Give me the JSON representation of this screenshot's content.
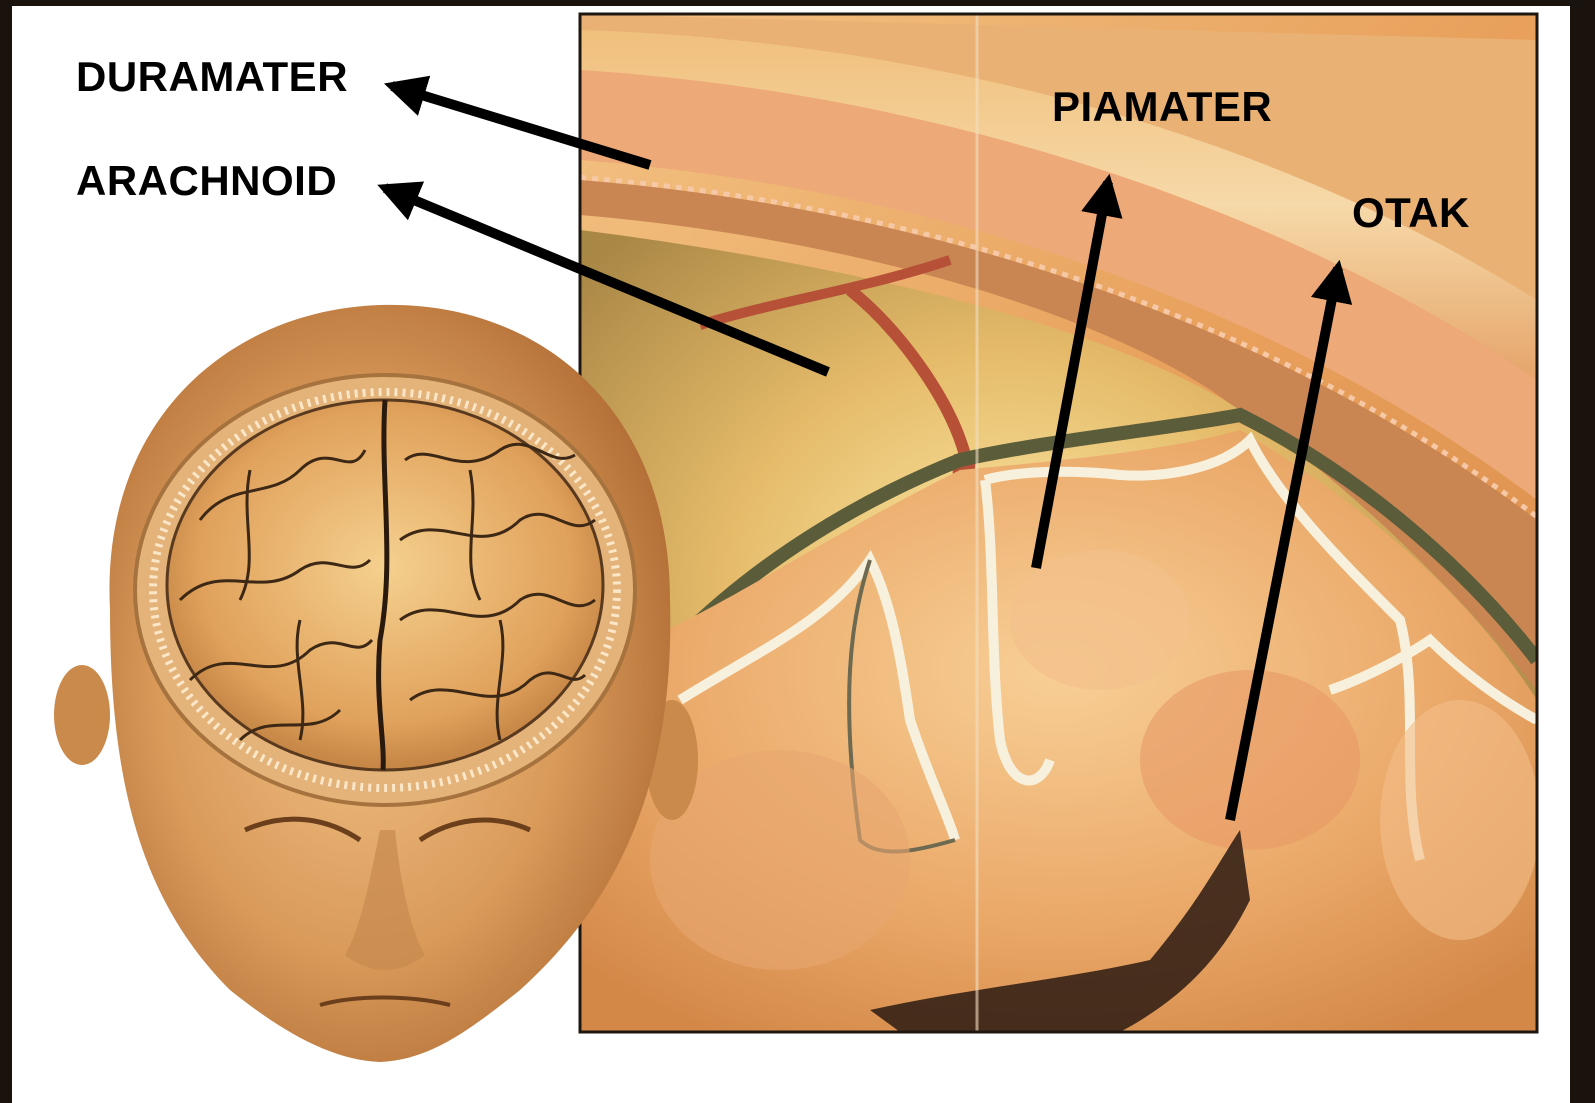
{
  "labels": {
    "duramater": "DURAMATER",
    "arachnoid": "ARACHNOID",
    "piamater": "PIAMATER",
    "otak": "OTAK"
  },
  "colors": {
    "background": "#ffffff",
    "dark_border": "#1e1710",
    "tissue_orange": "#e9a15e",
    "tissue_light": "#f6cf98",
    "vessel_red": "#b65036",
    "arachnoid_green": "#5b5c3a",
    "pia_membrane": "#f7f0dc",
    "skin": "#d99a5a",
    "arrow": "#000000"
  },
  "figure": {
    "type": "anatomical illustration",
    "subjects": [
      "head with open skull showing brain",
      "magnified cross-section of brain meninges"
    ]
  }
}
